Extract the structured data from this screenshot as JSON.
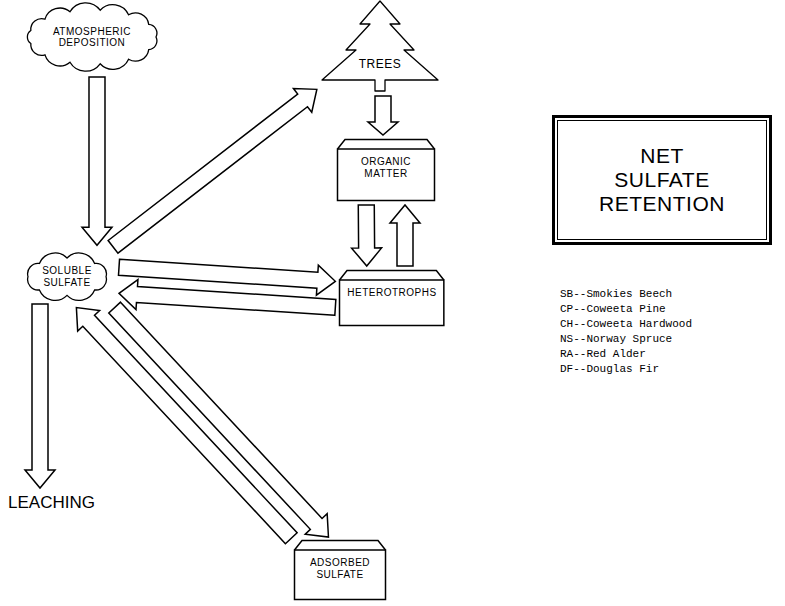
{
  "diagram": {
    "nodes": [
      {
        "text": [
          "ATMOSPHERIC DEPOSITION"
        ]
      },
      {
        "text": [
          "TREES"
        ]
      },
      {
        "text": [
          "ORGANIC MATTER"
        ]
      },
      {
        "text": [
          "SOLUBLE SULFATE"
        ]
      },
      {
        "text": [
          "HETEROTROPHS"
        ]
      },
      {
        "text": [
          "NET SULFATE RETENTION"
        ]
      },
      {
        "text": [
          "ADSORBED SULFATE"
        ]
      }
    ],
    "edges": [
      {
        "from": 0,
        "to": 3,
        "arrow": "to"
      },
      {
        "from": 3,
        "to": 1,
        "arrow": "to"
      },
      {
        "from": 1,
        "to": 2,
        "arrow": "to"
      },
      {
        "from": 2,
        "to": 4,
        "arrow": "to"
      },
      {
        "from": 4,
        "to": 2,
        "arrow": "to"
      },
      {
        "from": 3,
        "to": 4,
        "arrow": "to"
      },
      {
        "from": 4,
        "to": 3,
        "arrow": "to"
      },
      {
        "from": 3,
        "to": 6,
        "arrow": "to"
      },
      {
        "from": 6,
        "to": 3,
        "arrow": "to"
      }
    ],
    "labels": [
      "LEACHING",
      "SB--Smokies Beech",
      "CP--Coweeta Pine",
      "CH--Coweeta Hardwood",
      "NS--Norway Spruce",
      "RA--Red Alder",
      "DF--Douglas Fir"
    ]
  }
}
